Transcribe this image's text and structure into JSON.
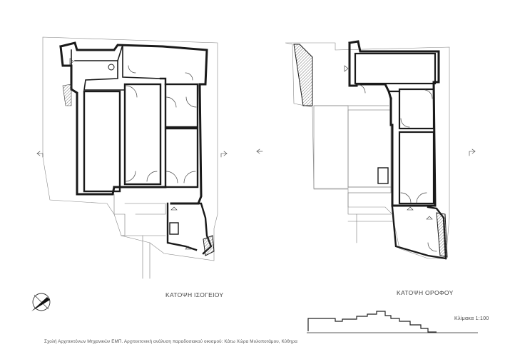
{
  "labels": {
    "ground_floor": "ΚΑΤΟΨΗ ΙΣΟΓΕΙΟΥ",
    "upper_floor": "ΚΑΤΟΨΗ ΟΡΟΦΟΥ",
    "scale": "Κλίμακα 1:100",
    "credit": "Σχολή Αρχιτεκτόνων Μηχανικών ΕΜΠ. Αρχιτεκτονική ανάλυση παραδοσιακού οικισμού: Κάτω Χώρα Μυλοποτάμου, Κύθηρα"
  },
  "symbols": {
    "north_arrow": "compass-icon",
    "section_marker": "arrow-icon"
  },
  "colors": {
    "line": "#1a1a1a",
    "thin_line": "#777777"
  }
}
